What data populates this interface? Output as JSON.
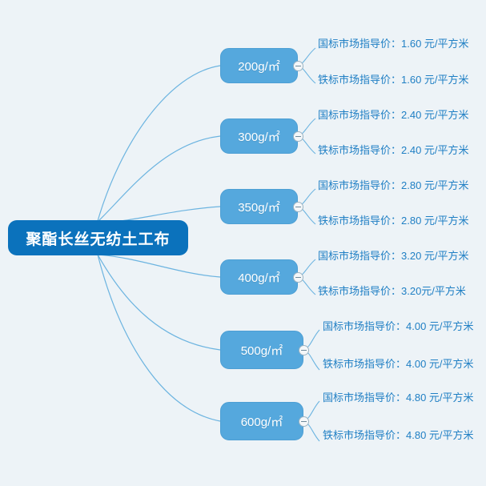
{
  "canvas": {
    "background_color": "#edf3f7",
    "root_color": "#0b72bc",
    "branch_color": "#55a8dd",
    "leaf_text_color": "#1f7fc4",
    "connector_color": "#6cb4e0"
  },
  "root": {
    "label": "聚酯长丝无纺土工布"
  },
  "branches": [
    {
      "label": "200g/㎡",
      "toggle_icon": "collapse-minus-icon",
      "leaves": [
        {
          "label": "国标市场指导价：1.60 元/平方米"
        },
        {
          "label": "铁标市场指导价：1.60 元/平方米"
        }
      ]
    },
    {
      "label": "300g/㎡",
      "toggle_icon": "collapse-minus-icon",
      "leaves": [
        {
          "label": "国标市场指导价：2.40 元/平方米"
        },
        {
          "label": "铁标市场指导价：2.40 元/平方米"
        }
      ]
    },
    {
      "label": "350g/㎡",
      "toggle_icon": "collapse-minus-icon",
      "leaves": [
        {
          "label": "国标市场指导价：2.80 元/平方米"
        },
        {
          "label": "铁标市场指导价：2.80 元/平方米"
        }
      ]
    },
    {
      "label": "400g/㎡",
      "toggle_icon": "collapse-minus-icon",
      "leaves": [
        {
          "label": "国标市场指导价：3.20 元/平方米"
        },
        {
          "label": "铁标市场指导价：3.20元/平方米"
        }
      ]
    },
    {
      "label": "500g/㎡",
      "toggle_icon": "collapse-minus-icon",
      "leaves": [
        {
          "label": "国标市场指导价：4.00 元/平方米"
        },
        {
          "label": "铁标市场指导价：4.00 元/平方米"
        }
      ]
    },
    {
      "label": "600g/㎡",
      "toggle_icon": "collapse-minus-icon",
      "leaves": [
        {
          "label": "国标市场指导价：4.80 元/平方米"
        },
        {
          "label": "铁标市场指导价：4.80 元/平方米"
        }
      ]
    }
  ]
}
